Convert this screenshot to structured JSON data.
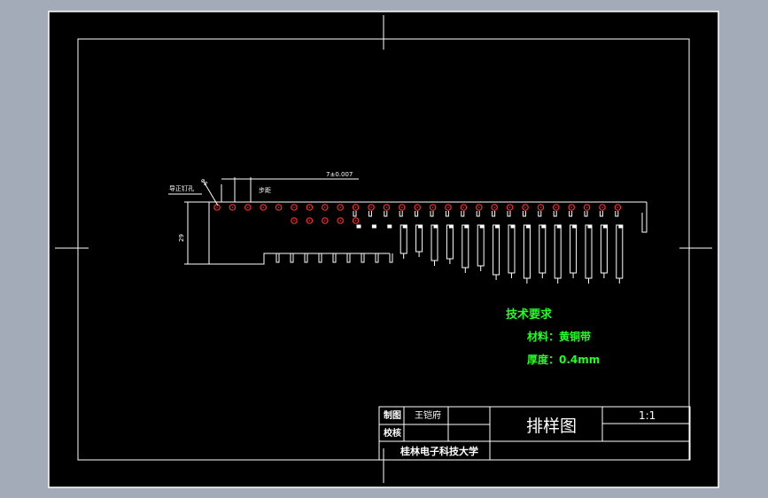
{
  "drawing": {
    "dimensions": {
      "step_tolerance": "7±0.007",
      "step_label": "步距",
      "pilot_hole_label": "导正钉孔",
      "hole_dia": "Φ5",
      "height": "29"
    },
    "tech_requirements": {
      "title": "技术要求",
      "material": "材料：黄铜带",
      "thickness": "厚度：0.4mm"
    },
    "title_block": {
      "drafter_label": "制图",
      "drafter_name": "王铠府",
      "checker_label": "校核",
      "drawing_title": "排样图",
      "scale": "1:1",
      "university": "桂林电子科技大学"
    }
  },
  "colors": {
    "background": "#a3abb8",
    "sheet": "#000000",
    "lines": "#ffffff",
    "holes": "#ff2a2a",
    "tech_text": "#22ff22"
  }
}
